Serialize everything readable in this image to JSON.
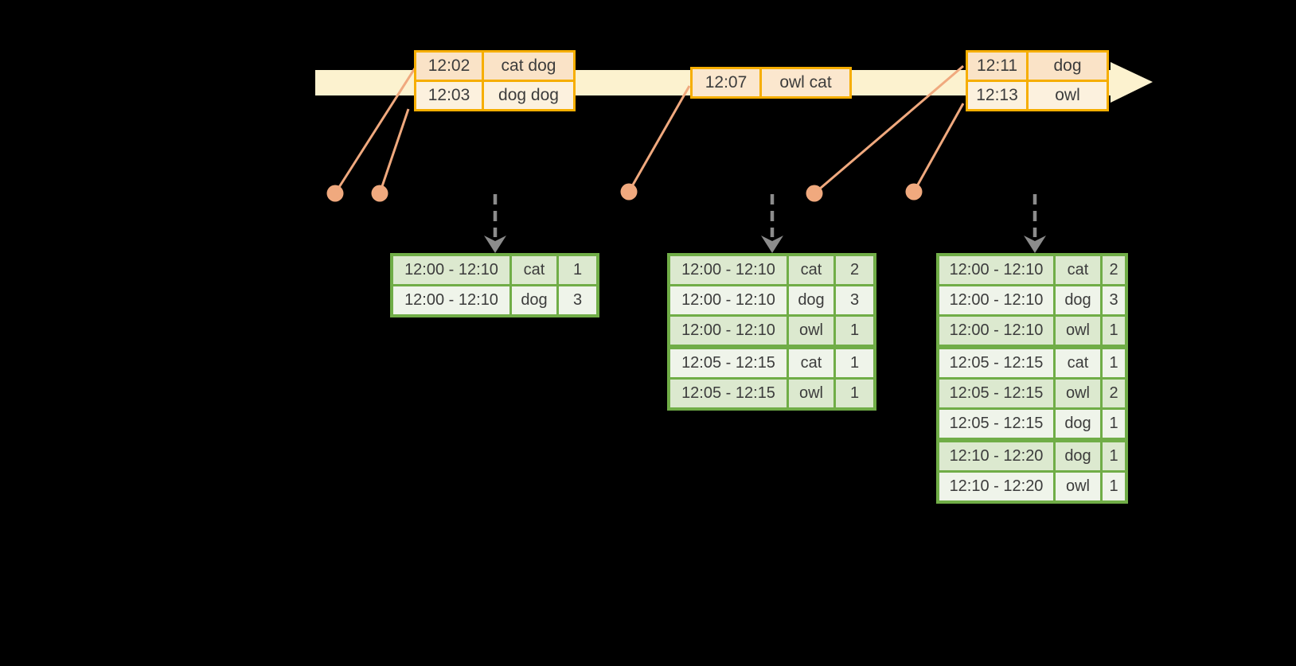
{
  "background": "#000000",
  "colors": {
    "timeline_fill": "#FCF2CF",
    "event_border": "#F6AE00",
    "event_row_dark": "#FAE3C7",
    "event_row_light": "#FCF1DE",
    "event_row_mid": "#FBE7CE",
    "connector_salmon": "#F0A97E",
    "result_border": "#70AD47",
    "result_row_dark": "#DCE9CF",
    "result_row_light": "#EFF4EA",
    "flow_arrow_gray": "#8C8C8C",
    "text": "#3C3C3C"
  },
  "icons": {
    "timeline_arrowhead": "right-arrow",
    "flow_arrow": "dashed-down-arrow",
    "event_dot": "filled-circle"
  },
  "event_tables": [
    {
      "rows": [
        {
          "time": "12:02",
          "words": "cat dog"
        },
        {
          "time": "12:03",
          "words": "dog dog"
        }
      ]
    },
    {
      "rows": [
        {
          "time": "12:07",
          "words": "owl cat"
        }
      ]
    },
    {
      "rows": [
        {
          "time": "12:11",
          "words": "dog"
        },
        {
          "time": "12:13",
          "words": "owl"
        }
      ]
    }
  ],
  "result_tables": [
    {
      "rows": [
        {
          "window": "12:00 - 12:10",
          "word": "cat",
          "count": "1"
        },
        {
          "window": "12:00 - 12:10",
          "word": "dog",
          "count": "3"
        }
      ]
    },
    {
      "rows": [
        {
          "window": "12:00 - 12:10",
          "word": "cat",
          "count": "2"
        },
        {
          "window": "12:00 - 12:10",
          "word": "dog",
          "count": "3"
        },
        {
          "window": "12:00 - 12:10",
          "word": "owl",
          "count": "1"
        },
        {
          "window": "12:05 - 12:15",
          "word": "cat",
          "count": "1"
        },
        {
          "window": "12:05 - 12:15",
          "word": "owl",
          "count": "1"
        }
      ]
    },
    {
      "rows": [
        {
          "window": "12:00 - 12:10",
          "word": "cat",
          "count": "2"
        },
        {
          "window": "12:00 - 12:10",
          "word": "dog",
          "count": "3"
        },
        {
          "window": "12:00 - 12:10",
          "word": "owl",
          "count": "1"
        },
        {
          "window": "12:05 - 12:15",
          "word": "cat",
          "count": "1"
        },
        {
          "window": "12:05 - 12:15",
          "word": "owl",
          "count": "2"
        },
        {
          "window": "12:05 - 12:15",
          "word": "dog",
          "count": "1"
        },
        {
          "window": "12:10 - 12:20",
          "word": "dog",
          "count": "1"
        },
        {
          "window": "12:10 - 12:20",
          "word": "owl",
          "count": "1"
        }
      ]
    }
  ]
}
